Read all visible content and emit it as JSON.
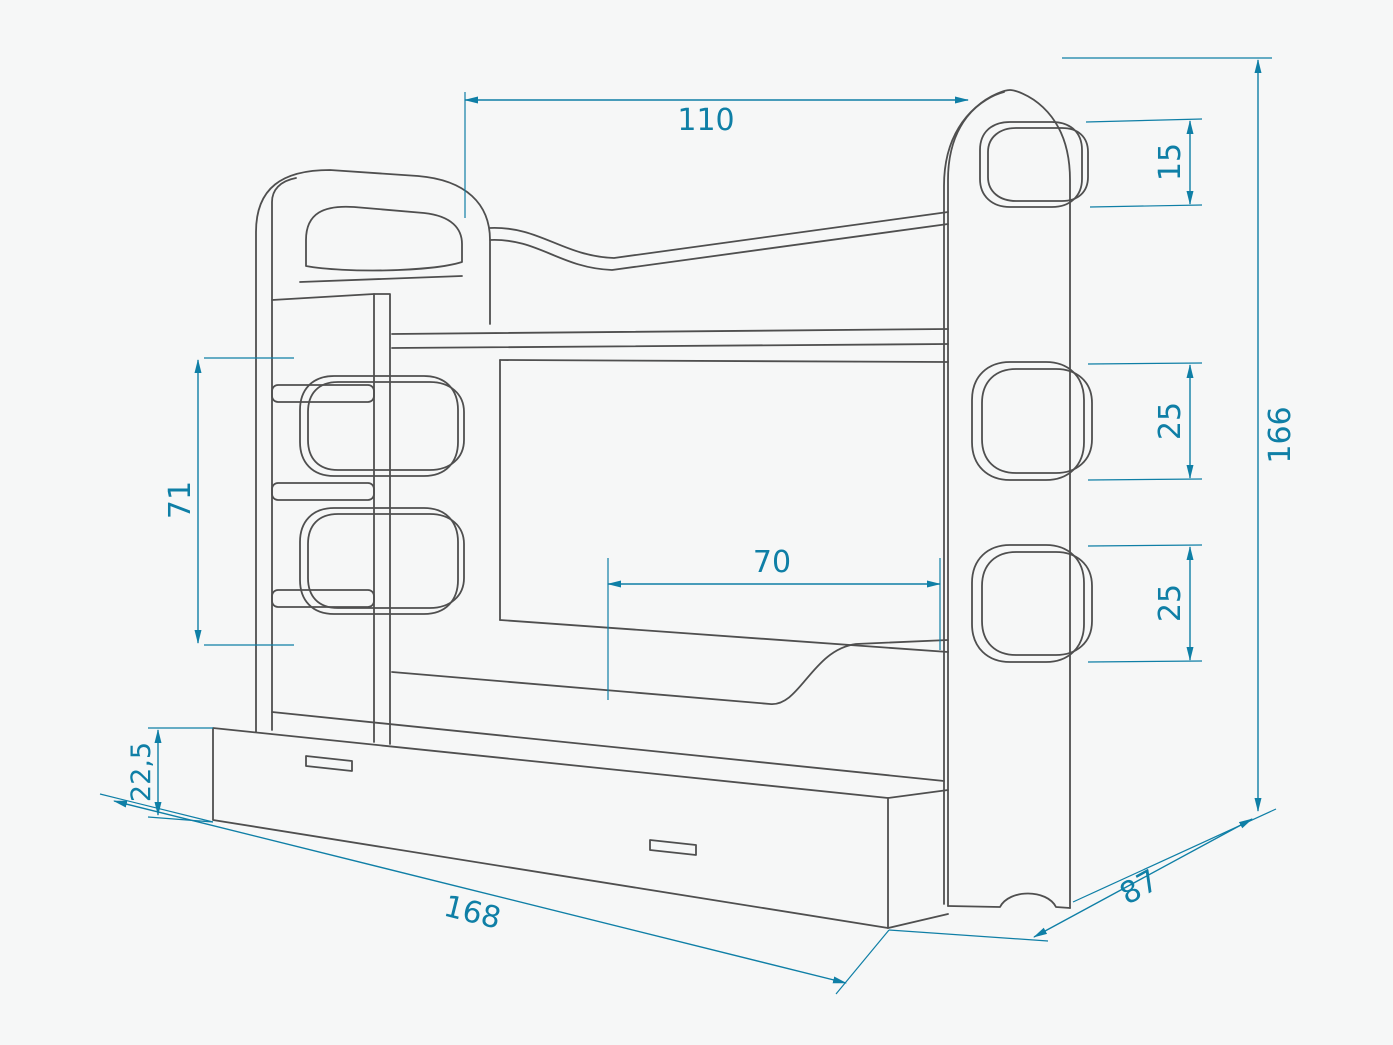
{
  "diagram": {
    "colors": {
      "background": "#f6f7f7",
      "line": "#4f4f4f",
      "dimension": "#0f7fa6"
    },
    "dimensions": {
      "upper_length": "110",
      "top_cutout_height": "15",
      "overall_height": "166",
      "middle_cutout_height": "25",
      "bottom_cutout_height": "25",
      "ladder_section_height": "71",
      "lower_clearance_length": "70",
      "drawer_height": "22,5",
      "overall_length": "168",
      "overall_depth": "87"
    }
  }
}
